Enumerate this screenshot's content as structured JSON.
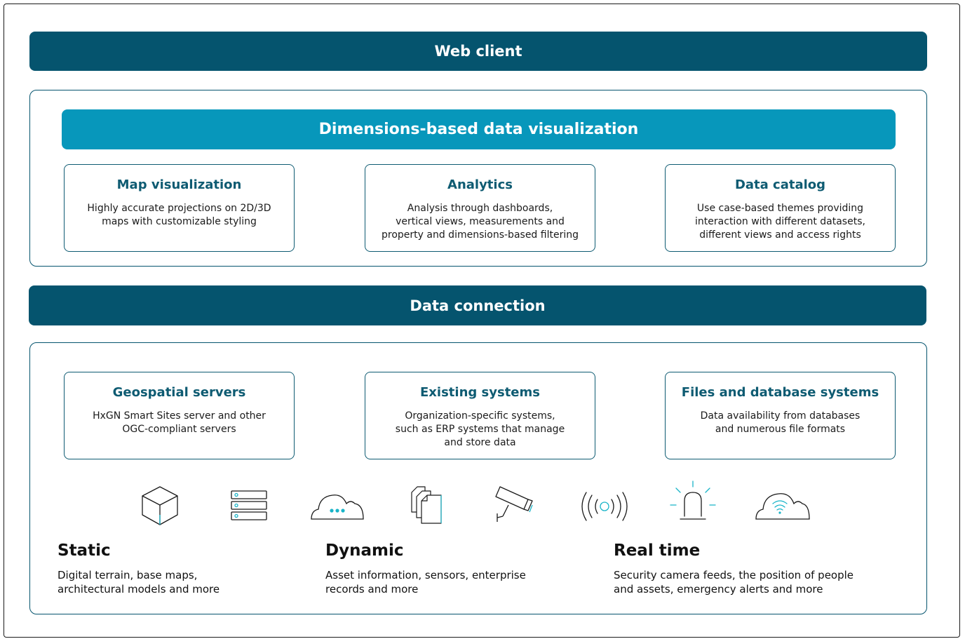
{
  "web_client": {
    "label": "Web client"
  },
  "visualization": {
    "header": "Dimensions-based data visualization",
    "cards": [
      {
        "title": "Map visualization",
        "text": "Highly accurate projections on 2D/3D\nmaps with customizable styling"
      },
      {
        "title": "Analytics",
        "text": "Analysis through dashboards,\nvertical views, measurements and\nproperty and dimensions-based filtering"
      },
      {
        "title": "Data catalog",
        "text": "Use case-based themes providing\ninteraction with different datasets,\ndifferent views and access rights"
      }
    ]
  },
  "data_connection": {
    "label": "Data connection",
    "cards": [
      {
        "title": "Geospatial servers",
        "text": "HxGN Smart Sites server and other\nOGC-compliant servers"
      },
      {
        "title": "Existing systems",
        "text": "Organization-specific systems,\nsuch as ERP systems that manage\nand store data"
      },
      {
        "title": "Files and database systems",
        "text": "Data availability from databases\nand numerous file formats"
      }
    ]
  },
  "icons": [
    "cube-icon",
    "server-icon",
    "cloud-icon",
    "documents-icon",
    "security-camera-icon",
    "radio-signal-icon",
    "alarm-light-icon",
    "wifi-cloud-icon"
  ],
  "categories": [
    {
      "title": "Static",
      "text": "Digital terrain, base maps,\narchitectural models and more"
    },
    {
      "title": "Dynamic",
      "text": "Asset information, sensors, enterprise\nrecords  and more"
    },
    {
      "title": "Real time",
      "text": "Security camera feeds, the position of people\nand assets, emergency alerts and more"
    }
  ],
  "colors": {
    "dark_teal": "#05546e",
    "bright_teal": "#0797bb",
    "accent": "#18b4c8"
  }
}
